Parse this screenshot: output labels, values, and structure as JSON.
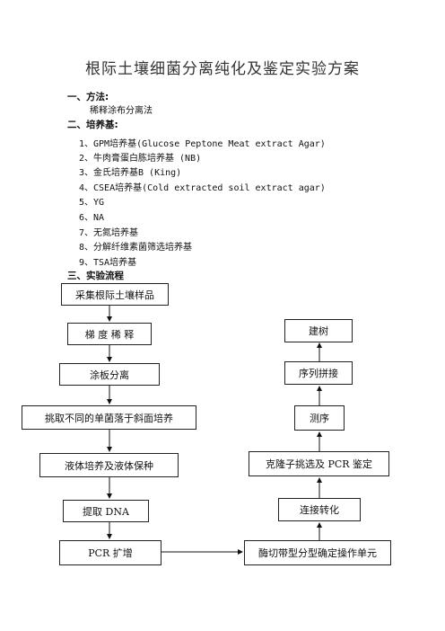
{
  "title": "根际土壤细菌分离纯化及鉴定实验方案",
  "section1": {
    "heading": "一、方法:",
    "content": "稀释涂布分离法"
  },
  "section2": {
    "heading": "二、培养基:",
    "items": [
      "1、GPM培养基(Glucose Peptone Meat extract Agar)",
      "2、牛肉膏蛋白胨培养基 (NB)",
      "3、金氏培养基B (King)",
      "4、CSEA培养基(Cold extracted soil extract agar)",
      "5、YG",
      "6、NA",
      "7、无氮培养基",
      "8、分解纤维素菌筛选培养基",
      "9、TSA培养基"
    ]
  },
  "section3": {
    "heading": "三、实验流程"
  },
  "flow": {
    "left": [
      "采集根际土壤样品",
      "梯 度 稀 释",
      "涂板分离",
      "挑取不同的单菌落于斜面培养",
      "液体培养及液体保种",
      "提取 DNA",
      "PCR 扩增"
    ],
    "bottom_right": "酶切带型分型确定操作单元",
    "right": [
      "连接转化",
      "克隆子挑选及 PCR 鉴定",
      "测序",
      "序列拼接",
      "建树"
    ]
  }
}
